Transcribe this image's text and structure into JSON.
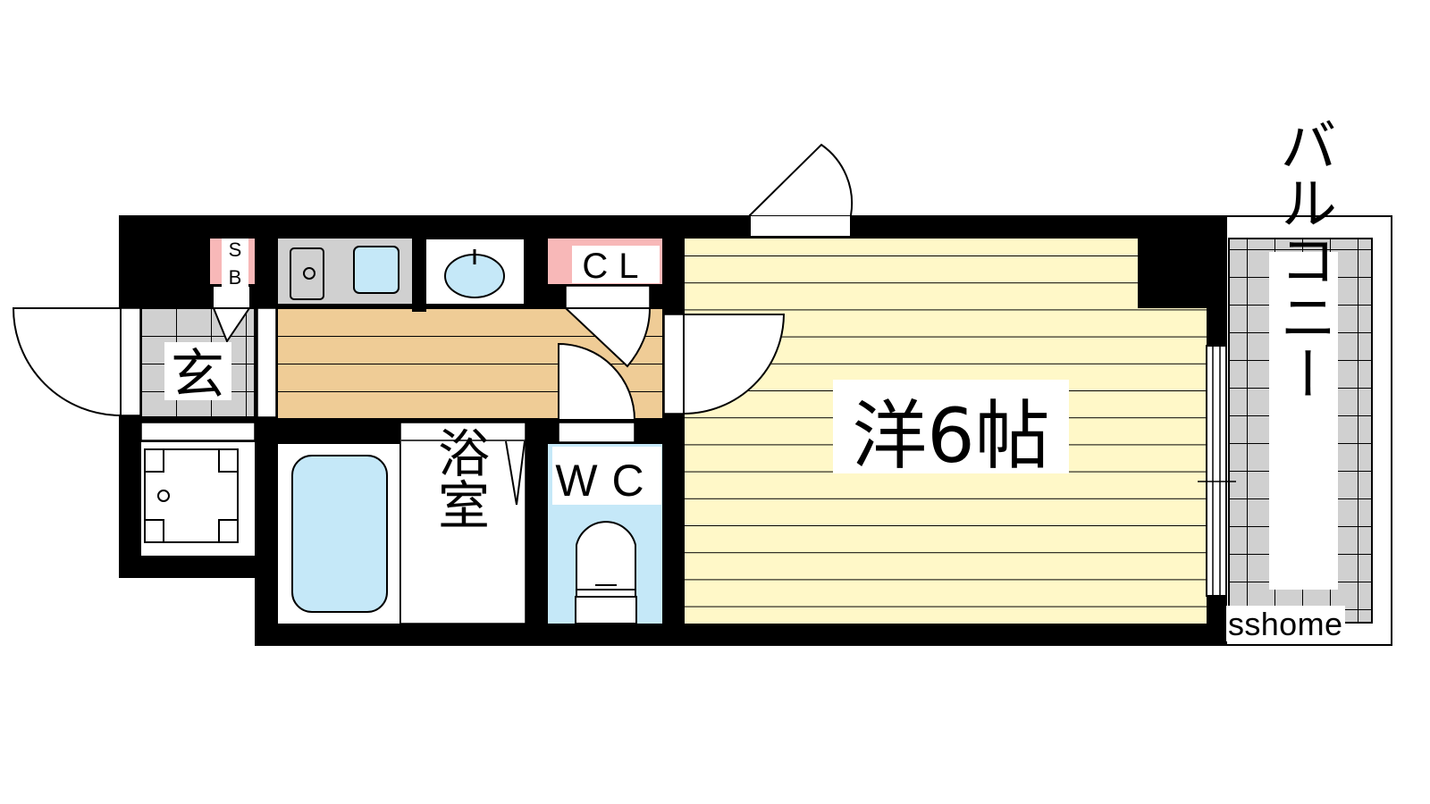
{
  "floorplan": {
    "rooms": {
      "entrance": "玄",
      "shoe_box": "SB",
      "closet": "CL",
      "bath": "浴室",
      "toilet": "WC",
      "western_room": "洋6帖",
      "balcony": "バルコニー"
    },
    "watermark": "sshome",
    "colors": {
      "wall": "#000000",
      "hallway_floor": "#EFCC96",
      "room_floor": "#FFF8C8",
      "tile": "#D0D0D0",
      "water": "#C5E8F8",
      "storage": "#F8B8B8"
    }
  }
}
